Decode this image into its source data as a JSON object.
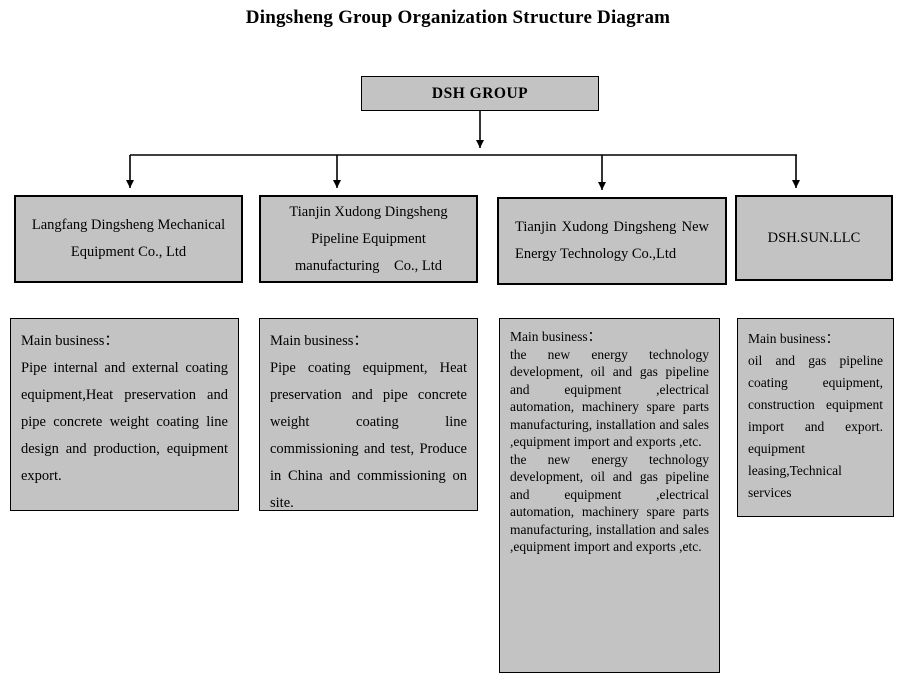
{
  "title": "Dingsheng Group Organization Structure Diagram",
  "root": {
    "label": "DSH GROUP"
  },
  "colors": {
    "box_fill": "#c3c3c3",
    "box_border": "#000000",
    "background": "#ffffff"
  },
  "branches": [
    {
      "name": "Langfang Dingsheng Mechanical Equipment Co., Ltd",
      "business_label": "Main business：",
      "paragraphs": [
        "Pipe internal and external coating equipment,Heat preservation and pipe concrete weight coating line design and production, equipment export."
      ]
    },
    {
      "name": "Tianjin Xudong Dingsheng Pipeline Equipment manufacturing　Co., Ltd",
      "business_label": "Main business：",
      "paragraphs": [
        "Pipe coating equipment, Heat preservation and pipe concrete weight coating line commissioning and test, Produce in China and commissioning on site."
      ]
    },
    {
      "name": "Tianjin Xudong Dingsheng New Energy Technology Co.,Ltd",
      "business_label": "Main business：",
      "paragraphs": [
        "the new energy technology development, oil and gas pipeline and equipment ,electrical automation, machinery spare parts manufacturing, installation and sales ,equipment import and exports ,etc.",
        "the new energy technology development, oil and gas pipeline and equipment ,electrical automation, machinery spare parts manufacturing, installation and sales ,equipment import and exports ,etc."
      ]
    },
    {
      "name": "DSH.SUN.LLC",
      "business_label": "Main business：",
      "paragraphs": [
        "oil and gas pipeline coating equipment, construction equipment import and export. equipment leasing,Technical services"
      ]
    }
  ]
}
